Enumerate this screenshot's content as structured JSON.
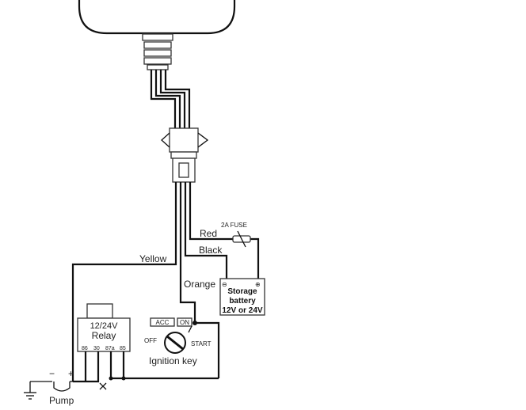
{
  "labels": {
    "fuse": "2A  FUSE",
    "red": "Red",
    "black": "Black",
    "yellow": "Yellow",
    "orange": "Orange",
    "battery_line1": "Storage",
    "battery_line2": "battery",
    "battery_line3": "12V or 24V",
    "battery_minus": "⊖",
    "battery_plus": "⊕",
    "relay_line1": "12/24V",
    "relay_line2": "Relay",
    "relay_pins": [
      "86",
      "30",
      "87a",
      "85"
    ],
    "acc": "ACC",
    "on": "ON",
    "off": "OFF",
    "start": "START",
    "ignition_key": "Ignition key",
    "pump": "Pump",
    "pump_minus": "−",
    "pump_plus": "+"
  }
}
